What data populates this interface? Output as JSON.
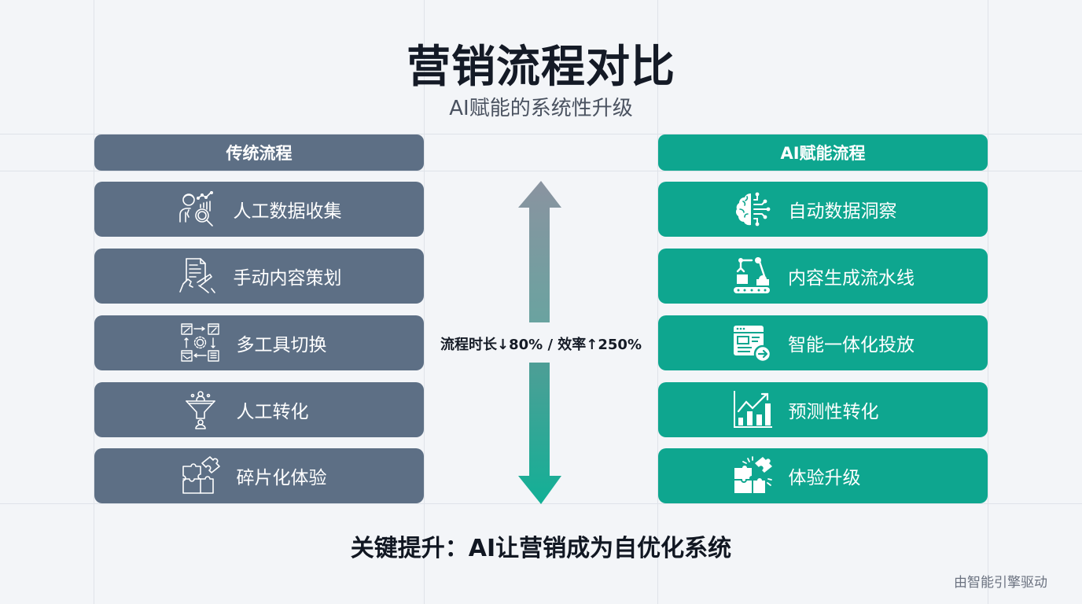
{
  "header": {
    "title": "营销流程对比",
    "subtitle": "AI赋能的系统性升级"
  },
  "colors": {
    "traditional": "#5d6f85",
    "ai": "#0ea68f",
    "arrow_up_top": "#8a93a0",
    "arrow_up_bottom": "#6aa3a0",
    "arrow_down_top": "#4e9e96",
    "arrow_down_bottom": "#12b096"
  },
  "traditional": {
    "title": "传统流程",
    "steps": [
      {
        "label": "人工数据收集",
        "icon": "analyst-search-icon"
      },
      {
        "label": "手动内容策划",
        "icon": "hand-writing-document-icon"
      },
      {
        "label": "多工具切换",
        "icon": "tool-switch-icon"
      },
      {
        "label": "人工转化",
        "icon": "funnel-person-icon"
      },
      {
        "label": "碎片化体验",
        "icon": "puzzle-pieces-icon"
      }
    ]
  },
  "ai": {
    "title": "AI赋能流程",
    "steps": [
      {
        "label": "自动数据洞察",
        "icon": "ai-brain-icon"
      },
      {
        "label": "内容生成流水线",
        "icon": "robot-arm-conveyor-icon"
      },
      {
        "label": "智能一体化投放",
        "icon": "window-forward-icon"
      },
      {
        "label": "预测性转化",
        "icon": "growth-chart-icon"
      },
      {
        "label": "体验升级",
        "icon": "puzzle-complete-icon"
      }
    ]
  },
  "metric": "流程时长↓80% / 效率↑250%",
  "key_takeaway": "关键提升：AI让营销成为自优化系统",
  "footer": "由智能引擎驱动"
}
